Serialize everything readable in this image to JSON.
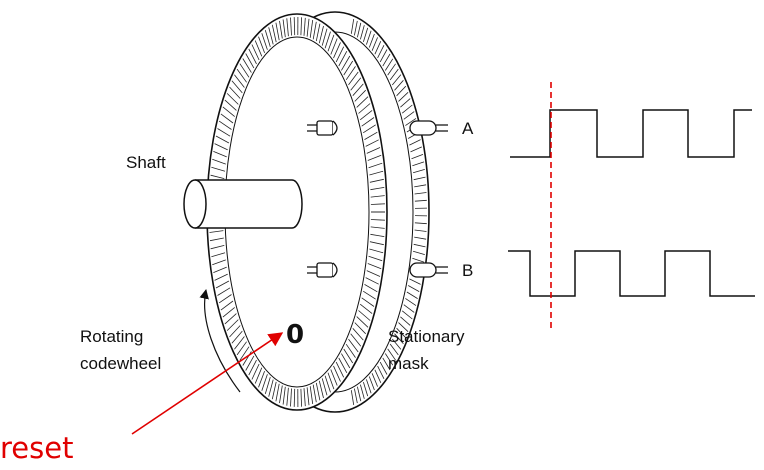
{
  "labels": {
    "shaft": "Shaft",
    "channel_a": "A",
    "channel_b": "B",
    "rotating_line1": "Rotating",
    "rotating_line2": "codewheel",
    "stationary_line1": "Stationary",
    "stationary_line2": "mask",
    "index_mark": "0",
    "reset": "reset"
  },
  "colors": {
    "ink": "#111111",
    "accent": "#e00000"
  },
  "icons": {
    "led_emitter": "led-emitter-icon",
    "photo_detector": "photo-detector-icon"
  }
}
